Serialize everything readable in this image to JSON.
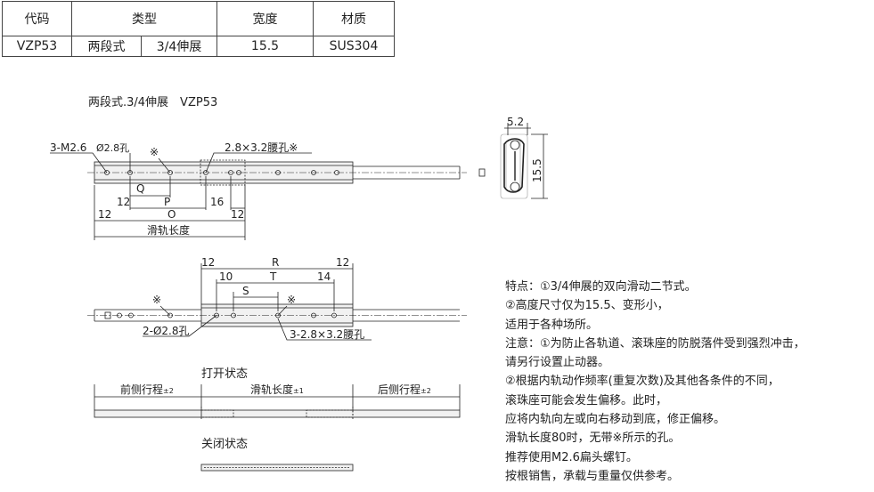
{
  "spec_table": {
    "headers": {
      "code": "代码",
      "type": "类型",
      "width": "宽度",
      "material": "材质"
    },
    "row": {
      "code": "VZP53",
      "type_a": "两段式",
      "type_b": "3/4伸展",
      "width": "15.5",
      "material": "SUS304"
    }
  },
  "diagram": {
    "subtitle": "两段式.3/4伸展　VZP53",
    "top_view": {
      "label_thread": "3-M2.6",
      "label_hole": "Ø2.8孔",
      "label_mark": "※",
      "label_slot": "2.8×3.2腰孔※",
      "dim_q": "Q",
      "dim_p": "P",
      "dim_o": "O",
      "dim_12a": "12",
      "dim_16": "16",
      "dim_12b": "12",
      "dim_12c": "12",
      "dim_length": "滑轨长度"
    },
    "mid_view": {
      "dim_12a": "12",
      "dim_r": "R",
      "dim_12b": "12",
      "dim_10": "10",
      "dim_t": "T",
      "dim_14": "14",
      "dim_s": "S",
      "mark_a": "※",
      "mark_b": "※",
      "label_hole": "2-Ø2.8孔",
      "label_slot": "3-2.8×3.2腰孔"
    },
    "open_state": {
      "title": "打开状态",
      "front": "前侧行程",
      "front_tol": "±2",
      "length": "滑轨长度",
      "length_tol": "±1",
      "rear": "后侧行程",
      "rear_tol": "±2"
    },
    "closed_state": {
      "title": "关闭状态"
    },
    "section": {
      "dim_width": "5.2",
      "dim_height": "15.5"
    }
  },
  "notes": [
    "特点：①3/4伸展的双向滑动二节式。",
    "②高度尺寸仅为15.5、变形小，",
    "适用于各种场所。",
    "注意：①为防止各轨道、滚珠座的防脱落件受到强烈冲击，",
    "请另行设置止动器。",
    "②根据内轨动作频率(重复次数)及其他各条件的不同，",
    "滚珠座可能会发生偏移。此时，",
    "应将内轨向左或向右移动到底，修正偏移。",
    "滑轨长度80时，无带※所示的孔。",
    "推荐使用M2.6扁头螺钉。",
    "按根销售，承载与重量仅供参考。"
  ]
}
